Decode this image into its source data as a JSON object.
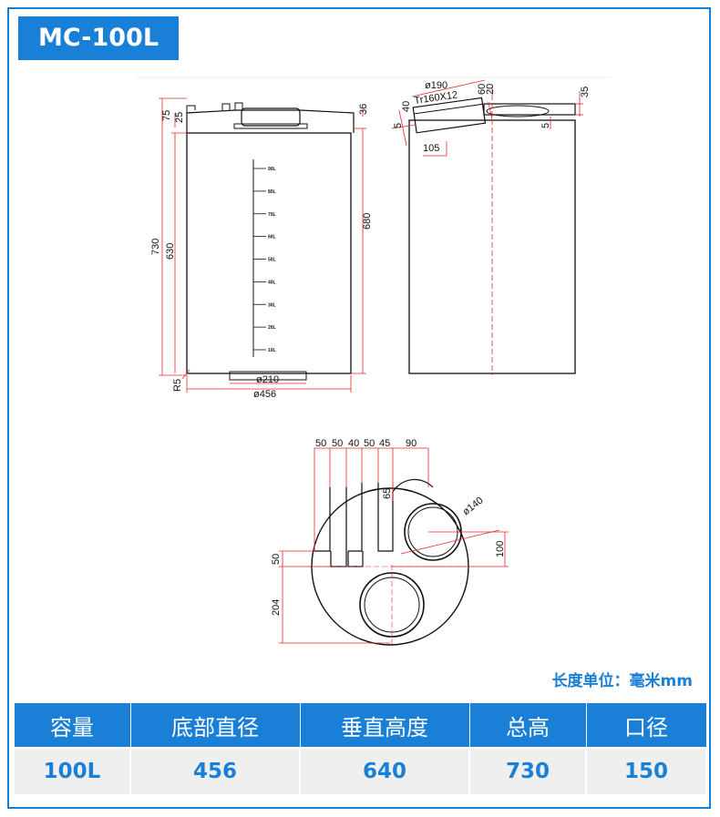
{
  "header": {
    "model": "MC-100L"
  },
  "note": {
    "unit": "长度单位：毫米mm"
  },
  "front_view": {
    "dims": {
      "total_height": "730",
      "body_height": "630",
      "side_height": "680",
      "top_75": "75",
      "top_25": "25",
      "top_36": "36",
      "radius": "R5",
      "bottom_diameter": "ø210",
      "diameter": "ø456"
    },
    "gauge_ticks": [
      "90L",
      "80L",
      "70L",
      "60L",
      "50L",
      "40L",
      "30L",
      "20L",
      "10L"
    ]
  },
  "side_view": {
    "dims": {
      "cap_diameter": "ø190",
      "thread": "Tr160X12",
      "d60": "60",
      "d20": "20",
      "d40": "40",
      "d5a": "5",
      "d105": "105",
      "d35": "35",
      "d5b": "5"
    }
  },
  "top_view": {
    "dims": {
      "d50a": "50",
      "d50b": "50",
      "d40": "40",
      "d50c": "50",
      "d45": "45",
      "d90": "90",
      "d65": "65",
      "d140": "ø140",
      "d100": "100",
      "d50d": "50",
      "d204": "204"
    }
  },
  "table": {
    "headers": [
      "容量",
      "底部直径",
      "垂直高度",
      "总高",
      "口径"
    ],
    "values": [
      "100L",
      "456",
      "640",
      "730",
      "150"
    ]
  },
  "colors": {
    "accent": "#1a7fd6",
    "dimension_red": "#e8262b",
    "cell_bg": "#efefef"
  }
}
